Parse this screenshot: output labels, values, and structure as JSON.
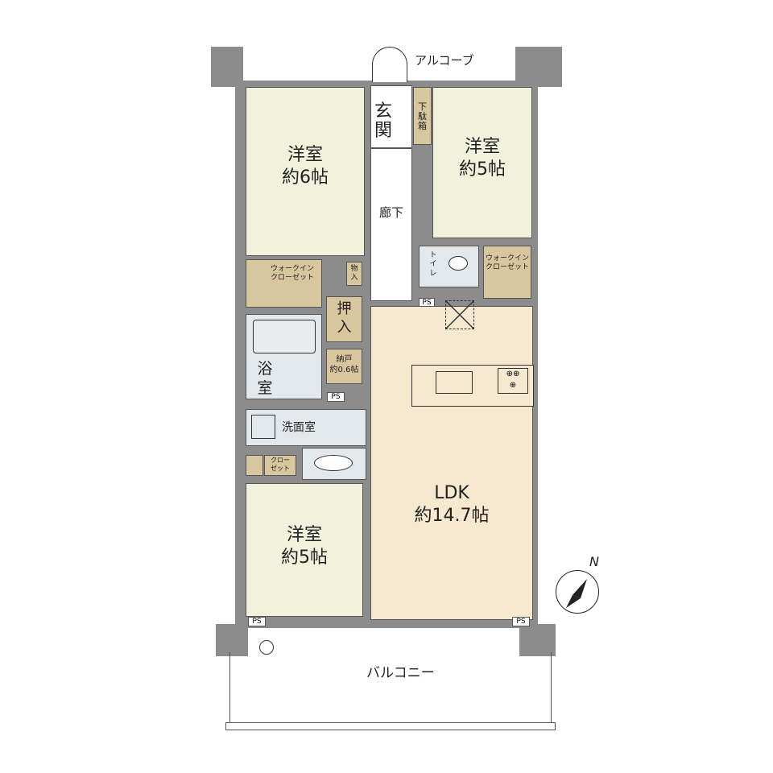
{
  "rooms": {
    "western_room_6": {
      "name": "洋室",
      "size": "約6帖"
    },
    "western_room_5_top": {
      "name": "洋室",
      "size": "約5帖"
    },
    "western_room_5_bottom": {
      "name": "洋室",
      "size": "約5帖"
    },
    "ldk": {
      "name": "LDK",
      "size": "約14.7帖"
    },
    "entrance": "玄関",
    "shoe_box": "下駄箱",
    "hallway": "廊下",
    "toilet": "トイレ",
    "walk_in_closet_left": "ウォークイン\nクローゼット",
    "walk_in_closet_right": "ウォークイン\nクローゼット",
    "storage": "物入",
    "oshiire": "押入",
    "bathroom": "浴室",
    "storeroom": {
      "name": "納戸",
      "size": "約0.6帖"
    },
    "washroom": "洗面室",
    "closet": "クロー\nゼット"
  },
  "ps_label": "PS",
  "alcove": "アルコーブ",
  "balcony": "バルコニー",
  "compass": {
    "label": "N",
    "icon": "compass-north-icon"
  },
  "colors": {
    "wall": "#8c8c8c",
    "bedroom": "#f1f2dc",
    "ldk": "#f7e9cf",
    "storage": "#d8c79e",
    "wet": "#e3e8ec"
  }
}
